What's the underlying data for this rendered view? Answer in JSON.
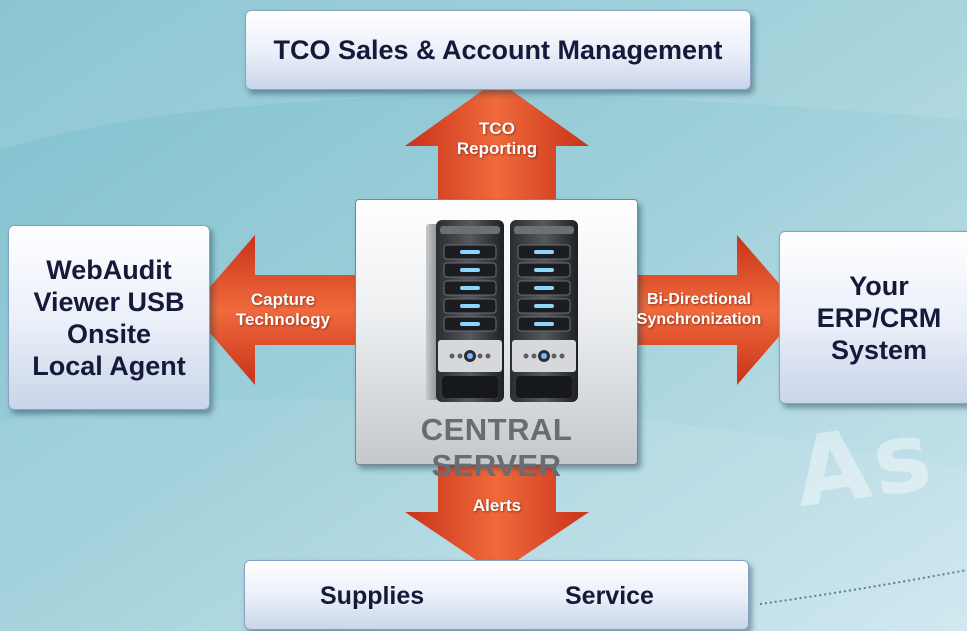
{
  "diagram": {
    "top_box": {
      "label": "TCO Sales & Account Management"
    },
    "left_box": {
      "lines": [
        "WebAudit",
        "Viewer USB",
        "Onsite",
        "Local Agent"
      ]
    },
    "right_box": {
      "lines": [
        "Your",
        "ERP/CRM",
        "System"
      ]
    },
    "bottom_box": {
      "left_label": "Supplies",
      "right_label": "Service"
    },
    "center": {
      "label": "CENTRAL SERVER",
      "icon": "server-tower-icon"
    },
    "arrows": {
      "up": {
        "lines": [
          "TCO",
          "Reporting"
        ]
      },
      "left": {
        "lines": [
          "Capture",
          "Technology"
        ]
      },
      "right": {
        "lines": [
          "Bi-Directional",
          "Synchronization"
        ]
      },
      "down": {
        "lines": [
          "Alerts"
        ]
      }
    },
    "watermark": "As",
    "colors": {
      "background": "#9fcfd9",
      "arrow": "#e5502a",
      "box_text": "#151a3a",
      "server_text": "#686d73"
    }
  }
}
